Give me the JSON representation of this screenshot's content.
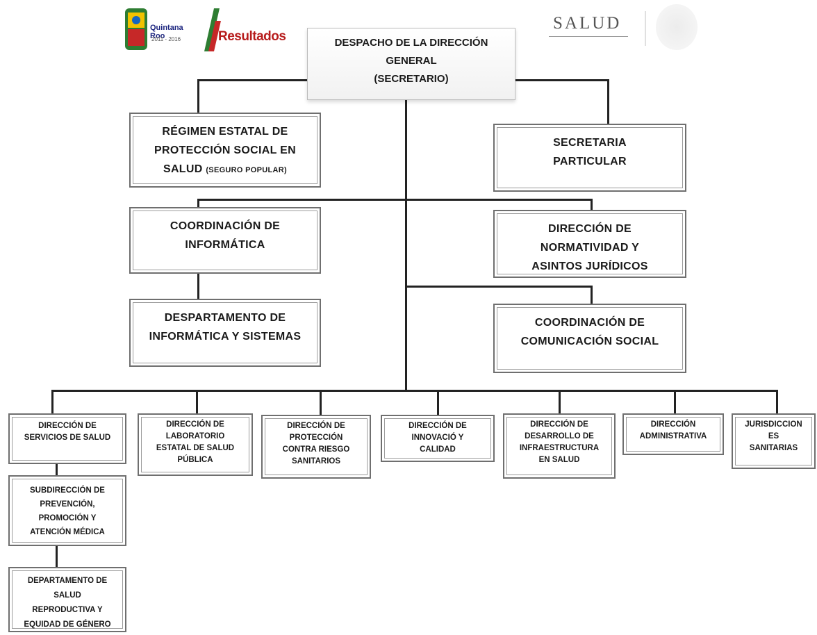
{
  "logos": {
    "quintana_roo": {
      "text": "Quintana Roo",
      "period": "2011 - 2016"
    },
    "resultados": {
      "text": "Resultados"
    },
    "salud": {
      "text": "SALUD"
    }
  },
  "chart": {
    "root": "DESPACHO DE LA DIRECCIÓN\nGENERAL\n(SECRETARIO)",
    "regimen": {
      "main": "RÉGIMEN ESTATAL DE\nPROTECCIÓN SOCIAL EN\nSALUD ",
      "sub": "(SEGURO POPULAR)"
    },
    "secretaria_particular": "SECRETARIA\nPARTICULAR",
    "coord_informatica": "COORDINACIÓN DE\nINFORMÁTICA",
    "dir_normatividad": "DIRECCIÓN DE\nNORMATIVIDAD Y\nASINTOS JURÍDICOS",
    "depto_informatica": "DESPARTAMENTO DE\nINFORMÁTICA Y SISTEMAS",
    "coord_comunicacion": "COORDINACIÓN DE\nCOMUNICACIÓN SOCIAL",
    "dir_servicios": "DIRECCIÓN DE\nSERVICIOS DE SALUD",
    "dir_laboratorio": "DIRECCIÓN DE\nLABORATORIO\nESTATAL DE SALUD\nPÚBLICA",
    "dir_proteccion": "DIRECCIÓN DE\nPROTECCIÓN\nCONTRA RIESGO\nSANITARIOS",
    "dir_innovacion": "DIRECCIÓN DE\nINNOVACIÓ Y\nCALIDAD",
    "dir_infraestructura": "DIRECCIÓN DE\nDESARROLLO DE\nINFRAESTRUCTURA\nEN SALUD",
    "dir_administrativa": "DIRECCIÓN\nADMINISTRATIVA",
    "jurisdicciones": "JURISDICCION\nES\nSANITARIAS",
    "subdir_prevencion": "SUBDIRECCIÓN DE\nPREVENCIÓN,\nPROMOCIÓN Y\nATENCIÓN MÉDICA",
    "depto_salud_reproductiva": "DEPARTAMENTO DE\nSALUD\nREPRODUCTIVA Y\nEQUIDAD DE GÉNERO"
  }
}
